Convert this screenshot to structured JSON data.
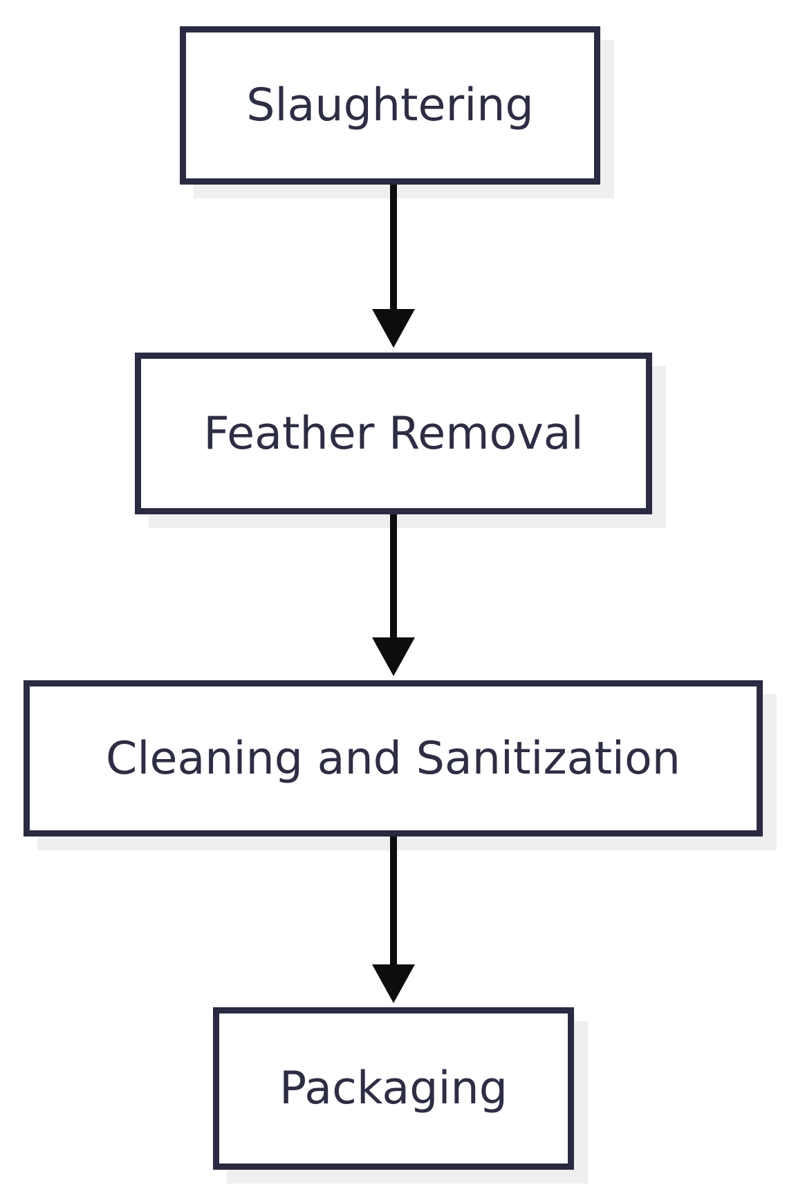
{
  "flowchart": {
    "type": "vertical-process-flow",
    "nodes": [
      {
        "id": "slaughtering",
        "label": "Slaughtering"
      },
      {
        "id": "feather-removal",
        "label": "Feather Removal"
      },
      {
        "id": "cleaning-sanitization",
        "label": "Cleaning and Sanitization"
      },
      {
        "id": "packaging",
        "label": "Packaging"
      }
    ],
    "edges": [
      {
        "from": "slaughtering",
        "to": "feather-removal",
        "style": "arrow-down"
      },
      {
        "from": "feather-removal",
        "to": "cleaning-sanitization",
        "style": "arrow-down"
      },
      {
        "from": "cleaning-sanitization",
        "to": "packaging",
        "style": "arrow-down"
      }
    ],
    "colors": {
      "background": "#ffffff",
      "node_fill": "#ffffff",
      "node_border": "#2a2a42",
      "node_text": "#2d2d44",
      "node_shadow": "#efefef",
      "arrow": "#0d0d0d"
    }
  }
}
